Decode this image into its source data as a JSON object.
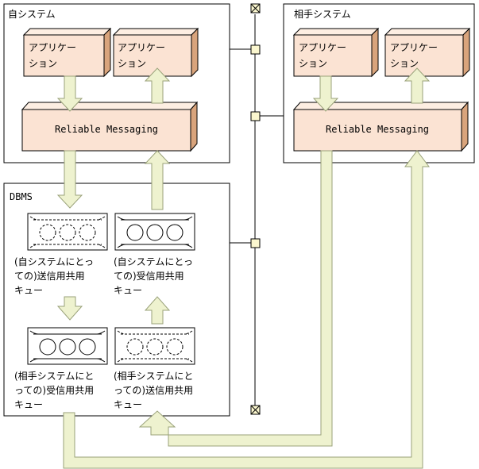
{
  "own_system": {
    "title": "自システム"
  },
  "partner_system": {
    "title": "相手システム"
  },
  "dbms": {
    "title": "DBMS"
  },
  "app_line1": "アプリケー",
  "app_line2": "ション",
  "reliable_messaging": "Reliable Messaging",
  "queues": {
    "own_send": [
      "(自システムにとっ",
      "ての)送信用共用",
      "キュー"
    ],
    "own_recv": [
      "(自システムにとっ",
      "ての)受信用共用",
      "キュー"
    ],
    "partner_recv": [
      "(相手システムにと",
      "っての)受信用共用",
      "キュー"
    ],
    "partner_send": [
      "(相手システムにと",
      "っての)送信用共用",
      "キュー"
    ]
  }
}
